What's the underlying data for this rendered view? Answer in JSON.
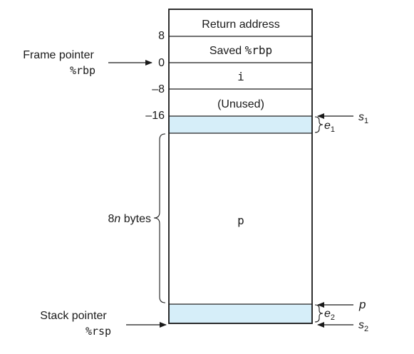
{
  "cells": {
    "return_address": "Return address",
    "saved_rbp_prefix": "Saved ",
    "saved_rbp_reg": "%rbp",
    "i": "i",
    "unused": "(Unused)",
    "p": "p"
  },
  "offsets": {
    "o8": "8",
    "o0": "0",
    "om8": "–8",
    "om16": "–16"
  },
  "labels": {
    "frame_pointer": "Frame pointer",
    "frame_pointer_reg": "%rbp",
    "stack_pointer": "Stack pointer",
    "stack_pointer_reg": "%rsp",
    "bytes_n": "8",
    "bytes_var": "n",
    "bytes_unit": " bytes"
  },
  "markers": {
    "s1": "s",
    "s1_sub": "1",
    "e1": "e",
    "e1_sub": "1",
    "p": "p",
    "e2": "e",
    "e2_sub": "2",
    "s2": "s",
    "s2_sub": "2"
  },
  "colors": {
    "shade": "#d6eef9",
    "ink": "#1a1a1a"
  }
}
